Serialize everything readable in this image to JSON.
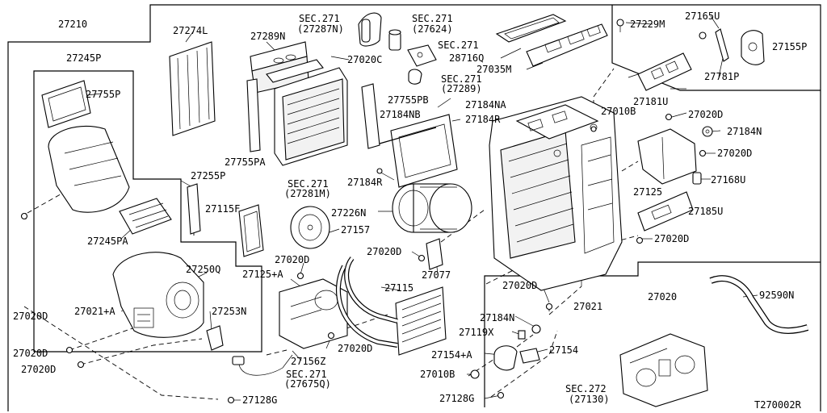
{
  "diagram_id": "T270002R",
  "labels": {
    "p27210": "27210",
    "p27245P": "27245P",
    "p27755P": "27755P",
    "p27274L": "27274L",
    "p27289N": "27289N",
    "sec271a": "SEC.271",
    "sec271a_sub": "(27287N)",
    "sec271b": "SEC.271",
    "sec271b_sub": "(27624)",
    "sec271c": "SEC.271",
    "p28716Q": "28716Q",
    "p27020C": "27020C",
    "sec271d": "SEC.271",
    "sec271d_sub": "(27289)",
    "p27035M": "27035M",
    "p27229M": "27229M",
    "p27165U": "27165U",
    "p27155P": "27155P",
    "p27781P": "27781P",
    "p27755PB": "27755PB",
    "p27184NA": "27184NA",
    "p27184NB": "27184NB",
    "p27184R_a": "27184R",
    "p27010B_a": "27010B",
    "p27181U": "27181U",
    "p27020D_a": "27020D",
    "p27184N_a": "27184N",
    "p27020D_b": "27020D",
    "p27755PA": "27755PA",
    "sec271e": "SEC.271",
    "sec271e_sub": "(27281M)",
    "p27184R_b": "27184R",
    "p27255P": "27255P",
    "p27125": "27125",
    "p27168U": "27168U",
    "p27245PA": "27245PA",
    "p27115F": "27115F",
    "p27226N": "27226N",
    "p27185U": "27185U",
    "p27157": "27157",
    "p27020D_c": "27020D",
    "p27020D_d": "27020D",
    "p27020D_e": "27020D",
    "p27250Q": "27250Q",
    "p27125A": "27125+A",
    "p27077": "27077",
    "p27020D_f": "27020D",
    "p27020D_g": "27020D",
    "p27021A": "27021+A",
    "p27253N": "27253N",
    "p27115": "27115",
    "p27021": "27021",
    "p27020": "27020",
    "p92590N": "92590N",
    "p27184N_b": "27184N",
    "p27119X": "27119X",
    "p27020D_h": "27020D",
    "p27020D_i": "27020D",
    "p27156Z": "27156Z",
    "p27154A": "27154+A",
    "p27154": "27154",
    "p27020D_j": "27020D",
    "sec271f": "SEC.271",
    "sec271f_sub": "(27675Q)",
    "p27010B_b": "27010B",
    "sec272": "SEC.272",
    "sec272_sub": "(27130)",
    "p27128G_a": "27128G",
    "p27128G_b": "27128G"
  }
}
